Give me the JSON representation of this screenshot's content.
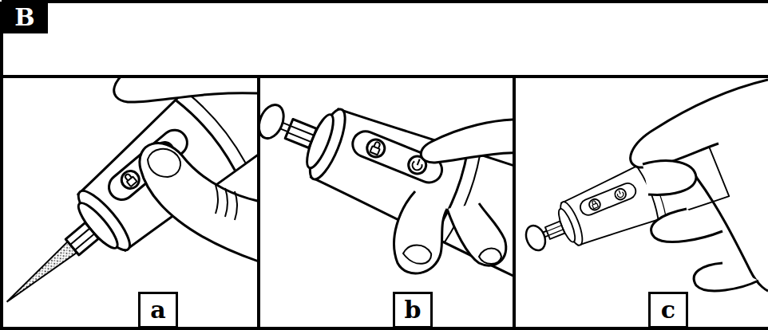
{
  "diagram": {
    "nodes": [
      {
        "text": [
          "B"
        ]
      },
      {
        "text": [
          "a"
        ]
      },
      {
        "text": [
          "b"
        ]
      },
      {
        "text": [
          "c"
        ]
      }
    ]
  }
}
